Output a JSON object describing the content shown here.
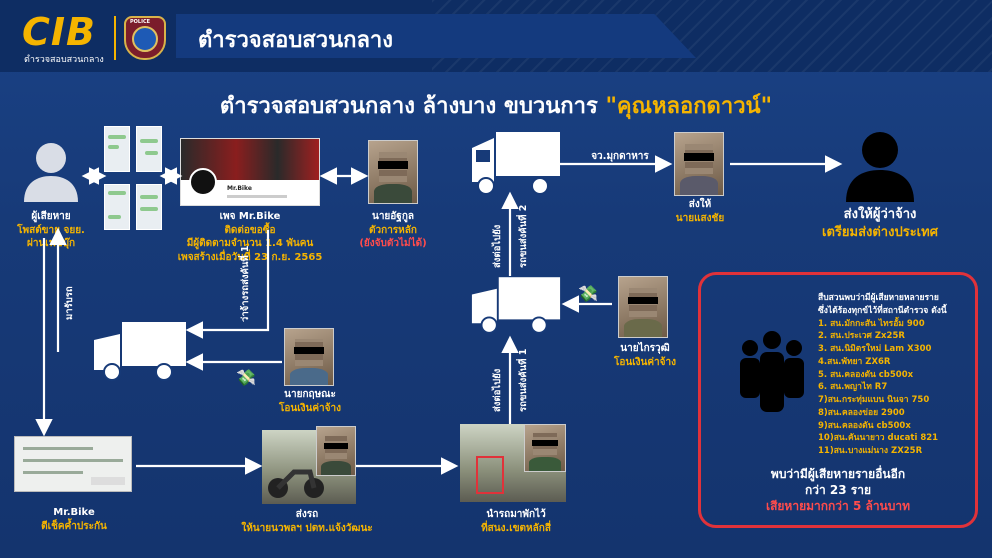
{
  "header": {
    "logo_text": "CIB",
    "logo_sub": "ตำรวจสอบสวนกลาง",
    "badge_text": "POLICE",
    "title": "ตำรวจสอบสวนกลาง"
  },
  "main_title": {
    "prefix": "ตำรวจสอบสวนกลาง ล้างบาง ขบวนการ ",
    "highlight": "\"คุณหลอกดาวน์\""
  },
  "victim": {
    "line1": "ผู้เสียหาย",
    "line2": "โพสต์ขาย จยย.",
    "line3": "ผ่านเฟซบุ๊ก"
  },
  "page_node": {
    "line1": "เพจ Mr.Bike",
    "line2": "ติดต่อขอซื้อ",
    "line3": "มีผู้ติดตามจำนวน 1.4 พันคน",
    "line4": "เพจสร้างเมื่อวันที่ 23 ก.ย. 2565",
    "fb_name": "Mr.Bike"
  },
  "main_suspect": {
    "line1": "นายอัฐกูล",
    "line2": "ตัวการหลัก",
    "line3": "(ยังจับตัวไม่ได้)"
  },
  "truck_driver": {
    "line1": "ส่งให้",
    "line2": "นายแสงชัย",
    "route": "จว.มุกดาหาร"
  },
  "employer": {
    "line1": "ส่งให้ผู้ว่าจ้าง",
    "line2": "เตรียมส่งต่างประเทศ"
  },
  "vertical_labels": {
    "pickup": "มารับรถ",
    "truck1": "ว่าจ้างรถส่งคันที่ 1",
    "send2": "ส่งต่อไปยัง",
    "truck2": "รถขนส่งคันที่ 2",
    "send1": "ส่งต่อไปยัง",
    "truck1b": "รถขนส่งคันที่ 1"
  },
  "krit": {
    "line1": "นายกฤษณะ",
    "line2": "โอนเงินค่าจ้าง"
  },
  "krairawut": {
    "line1": "นายไกรวุฒิ",
    "line2": "โอนเงินค่าจ้าง"
  },
  "cheque": {
    "line1": "Mr.Bike",
    "line2": "ตีเช็คค้ำประกัน"
  },
  "delivery": {
    "line1": "ส่งรถ",
    "line2": "ให้นายนวพลฯ ปตท.แจ้งวัฒนะ"
  },
  "parking": {
    "line1": "นำรถมาพักไว้",
    "line2": "ที่สนง.เขตหลักสี่"
  },
  "victims_list": {
    "intro1": "สืบสวนพบว่ามีผู้เสียหายหลายราย",
    "intro2": "ซึ่งได้ร้องทุกข์ไว้ที่สถานีตำรวจ ดังนี้",
    "items": [
      "1. สน.มักกะสัน ไทรอั้ม 900",
      "2. สน.ประเวศ Zx25R",
      "3. สน.นิมิตรใหม่ Lam X300",
      "4.สน.พัทยา ZX6R",
      "5. สน.คลองตัน cb500x",
      "6. สน.พญาไท R7",
      "7)สน.กระทุ่มแบน นินจา 750",
      "8)สน.คลองข่อย 2900",
      "9)สน.คลองตัน cb500x",
      "10)สน.คันนายาว ducati 821",
      "11)สน.บางแม่นาง ZX25R"
    ],
    "summary1": "พบว่ามีผู้เสียหายรายอื่นอีก",
    "summary2": "กว่า 23 ราย",
    "summary3": "เสียหายมากกว่า 5 ล้านบาท"
  },
  "colors": {
    "accent": "#f5b400",
    "danger": "#e0323a",
    "background": "#173a78"
  },
  "icons": [
    "person-icon",
    "truck-icon",
    "money-icon",
    "group-icon"
  ]
}
